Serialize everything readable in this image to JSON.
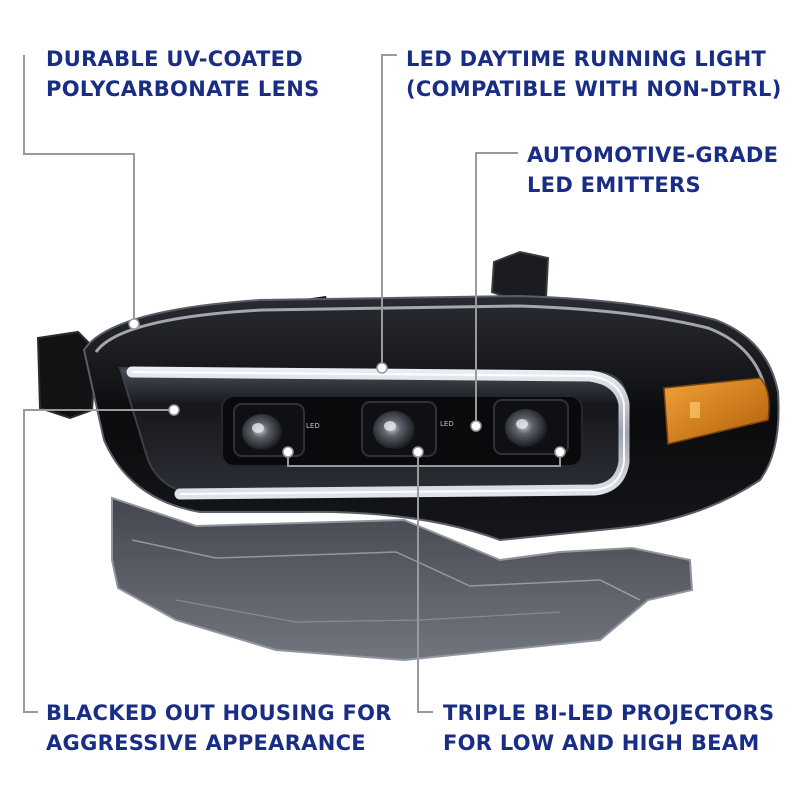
{
  "callouts": {
    "lens": {
      "line1": "DURABLE UV-COATED",
      "line2": "POLYCARBONATE LENS"
    },
    "drl": {
      "line1": "LED DAYTIME RUNNING LIGHT",
      "line2": "(COMPATIBLE WITH NON-DTRL)"
    },
    "emitters": {
      "line1": "AUTOMOTIVE-GRADE",
      "line2": "LED EMITTERS"
    },
    "housing": {
      "line1": "BLACKED OUT HOUSING FOR",
      "line2": "AGGRESSIVE APPEARANCE"
    },
    "projectors": {
      "line1": "TRIPLE BI-LED PROJECTORS",
      "line2": "FOR LOW AND HIGH BEAM"
    }
  },
  "projector_badge": "LED",
  "colors": {
    "caption_text": "#1a2d86",
    "leader_line": "#9a9a9a",
    "housing": "#0c0c0e",
    "amber_marker": "#d67a12"
  }
}
